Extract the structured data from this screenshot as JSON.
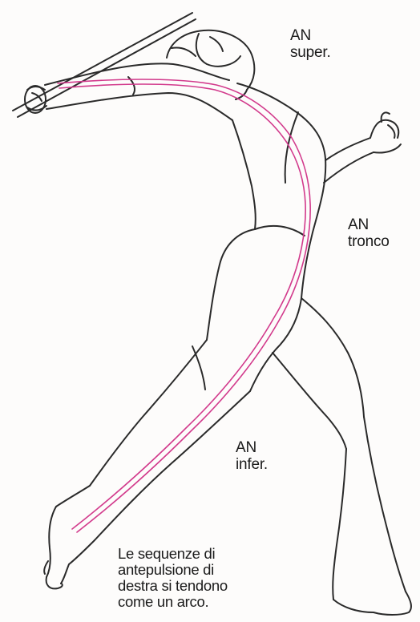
{
  "labels": {
    "upper": {
      "line1": "AN",
      "line2": "super."
    },
    "trunk": {
      "line1": "AN",
      "line2": "tronco"
    },
    "lower": {
      "line1": "AN",
      "line2": "infer."
    }
  },
  "caption": {
    "lines": [
      "Le sequenze di",
      "antepulsione  di",
      "destra si tendono",
      "come un arco."
    ]
  },
  "colors": {
    "outline": "#2a2a2a",
    "chain_line": "#d23a8c"
  }
}
